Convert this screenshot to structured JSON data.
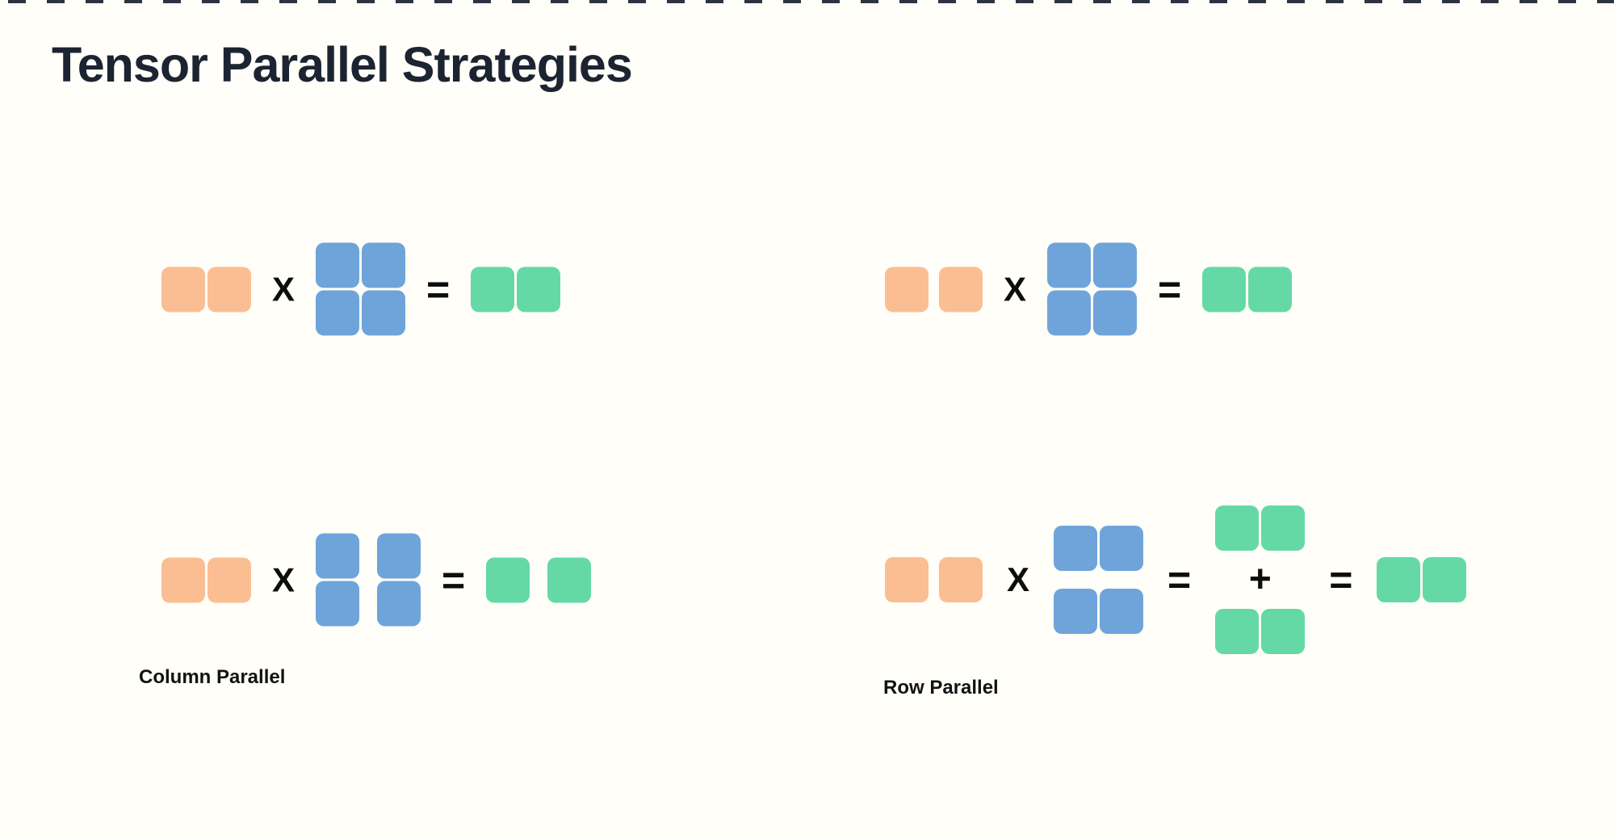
{
  "page": {
    "background_color": "#FFFEF8",
    "top_dash_color": "#2B3440"
  },
  "title": {
    "text": "Tensor Parallel Strategies",
    "color": "#1C2431"
  },
  "colors": {
    "input_activation_orange": "#FBBE92",
    "weight_matrix_blue": "#6FA4DA",
    "output_activation_green": "#65D9A5",
    "operator_text": "#0D0D0D"
  },
  "operators": {
    "multiply": "X",
    "equals": "=",
    "plus": "+"
  },
  "labels": {
    "column_parallel": "Column Parallel",
    "row_parallel": "Row Parallel"
  },
  "diagram_data": {
    "type": "matrix-multiplication-block-diagrams",
    "diagrams": [
      {
        "position": "top-left",
        "input": {
          "blocks": 2,
          "split": false
        },
        "weight": {
          "rows": 2,
          "cols": 2,
          "split": "none"
        },
        "output": {
          "blocks": 2,
          "split": false
        }
      },
      {
        "position": "top-right",
        "input": {
          "blocks": 2,
          "split": true
        },
        "weight": {
          "rows": 2,
          "cols": 2,
          "split": "none"
        },
        "output": {
          "blocks": 2,
          "split": false
        }
      },
      {
        "position": "bottom-left",
        "label": "Column Parallel",
        "input": {
          "blocks": 2,
          "split": false
        },
        "weight": {
          "rows": 2,
          "cols": 2,
          "split": "columns"
        },
        "output": {
          "blocks": 2,
          "split": true
        }
      },
      {
        "position": "bottom-right",
        "label": "Row Parallel",
        "input": {
          "blocks": 2,
          "split": true
        },
        "weight": {
          "rows": 2,
          "cols": 2,
          "split": "rows"
        },
        "partial_outputs": [
          {
            "blocks": 2
          },
          {
            "blocks": 2
          }
        ],
        "output": {
          "blocks": 2,
          "split": false
        }
      }
    ]
  }
}
